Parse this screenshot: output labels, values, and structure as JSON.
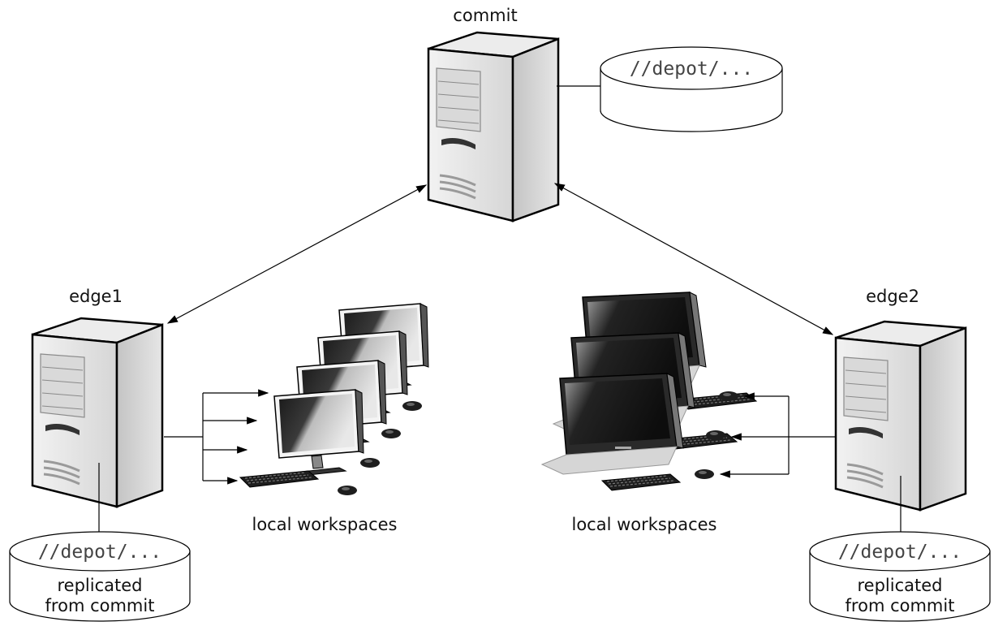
{
  "servers": {
    "commit": {
      "label": "commit"
    },
    "edge1": {
      "label": "edge1"
    },
    "edge2": {
      "label": "edge2"
    }
  },
  "depots": {
    "commit": {
      "path": "//depot/..."
    },
    "edge1": {
      "path": "//depot/...",
      "note_line1": "replicated",
      "note_line2": "from commit"
    },
    "edge2": {
      "path": "//depot/...",
      "note_line1": "replicated",
      "note_line2": "from commit"
    }
  },
  "workspaces": {
    "left_label": "local workspaces",
    "right_label": "local workspaces"
  },
  "icons": [
    "server-tower-icon",
    "database-cylinder-icon",
    "desktop-monitor-icon",
    "all-in-one-monitor-icon",
    "keyboard-icon",
    "mouse-icon"
  ]
}
